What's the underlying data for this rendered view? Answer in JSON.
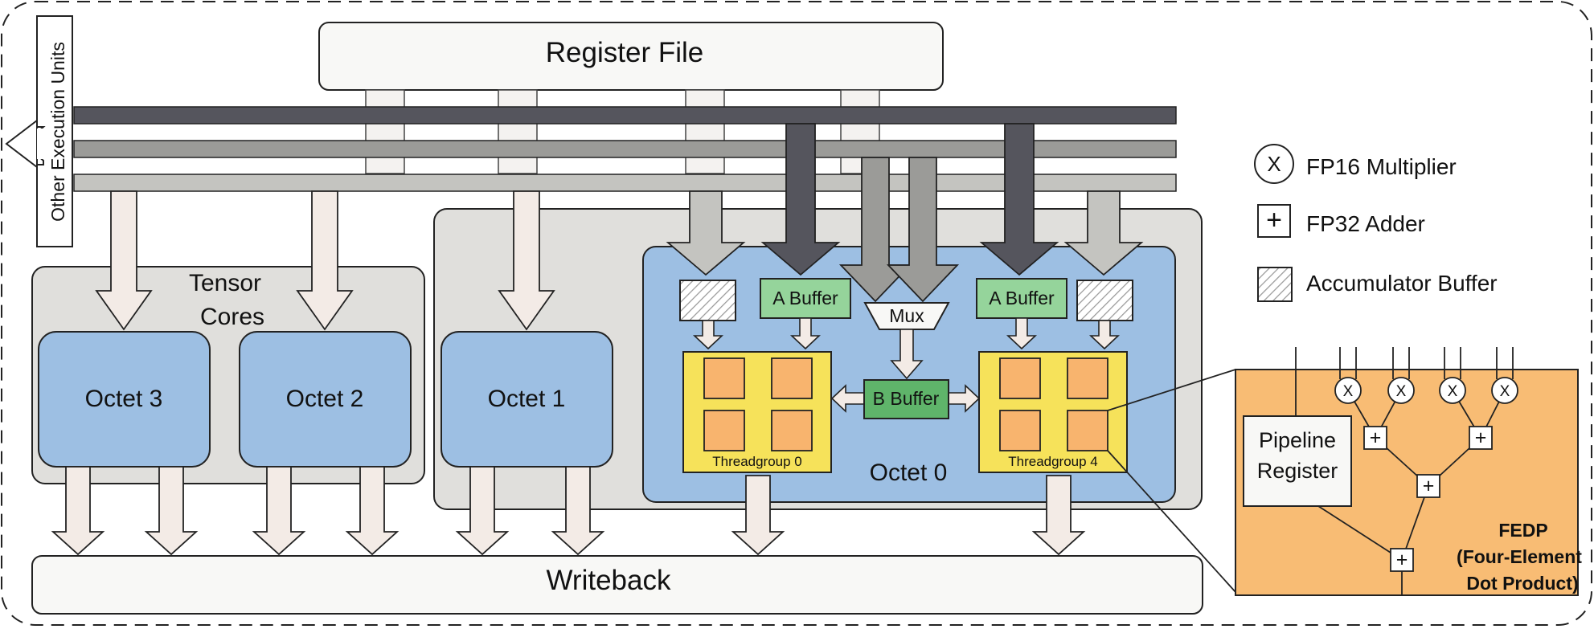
{
  "register_file": {
    "label": "Register File"
  },
  "other_units": {
    "label": "Other Execution Units"
  },
  "tensor_cores": {
    "label_line1": "Tensor",
    "label_line2": "Cores"
  },
  "octets": {
    "octet3": "Octet 3",
    "octet2": "Octet 2",
    "octet1": "Octet 1",
    "octet0": "Octet 0"
  },
  "writeback": {
    "label": "Writeback"
  },
  "octet0_detail": {
    "a_buffer_left": "A Buffer",
    "a_buffer_right": "A Buffer",
    "mux": "Mux",
    "b_buffer": "B Buffer",
    "threadgroup_left": "Threadgroup 0",
    "threadgroup_right": "Threadgroup 4"
  },
  "legend": {
    "multiplier_symbol": "X",
    "multiplier_label": "FP16 Multiplier",
    "adder_symbol": "+",
    "adder_label": "FP32 Adder",
    "accumulator_label": "Accumulator Buffer"
  },
  "fedp": {
    "pipeline_line1": "Pipeline",
    "pipeline_line2": "Register",
    "multiplier_symbol": "X",
    "adder_symbol": "+",
    "title_line1": "FEDP",
    "title_line2": "(Four-Element",
    "title_line3": "Dot Product)"
  },
  "colors": {
    "bus_dark": "#55555d",
    "bus_mid": "#9b9b98",
    "bus_light": "#c4c4c0",
    "tensor_bg": "#e0dfdc",
    "octet_blue": "#9dbfe3",
    "buffer_green": "#95d49b",
    "b_buffer_green": "#5fb46a",
    "threadgroup_yellow": "#f6e25a",
    "lane_orange": "#f8b46e",
    "fedp_orange": "#f8bc74",
    "arrow_light": "#f3ebe6",
    "writeback_bg": "#f8f8f6"
  }
}
